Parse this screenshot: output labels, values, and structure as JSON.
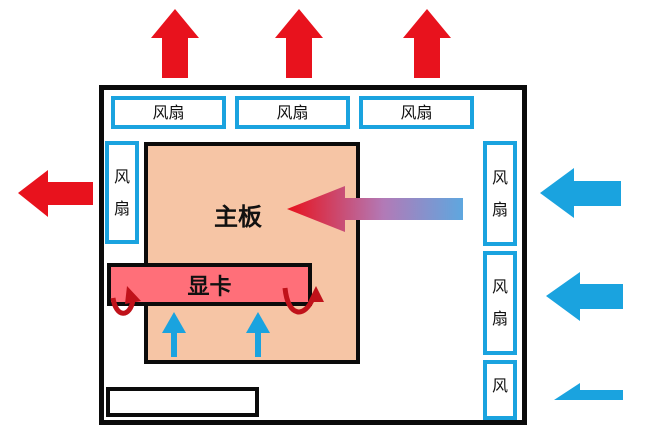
{
  "diagram": {
    "motherboard_label": "主板",
    "gpu_label": "显卡",
    "top_fans": [
      {
        "label": "风扇"
      },
      {
        "label": "风扇"
      },
      {
        "label": "风扇"
      }
    ],
    "left_fan": {
      "char1": "风",
      "char2": "扇"
    },
    "right_fans": [
      {
        "char1": "风",
        "char2": "扇"
      },
      {
        "char1": "风",
        "char2": "扇"
      },
      {
        "char1": "风",
        "char2": ""
      }
    ],
    "colors": {
      "exhaust_arrow": "#e8121d",
      "intake_arrow": "#1aa3df",
      "fan_border": "#1aa3df",
      "motherboard_fill": "#f6c5a5",
      "gpu_fill": "#ff6f79",
      "case_border": "#0b0b0b"
    },
    "icons": [
      "exhaust-arrow-up",
      "exhaust-arrow-left",
      "intake-arrow-left",
      "airflow-gradient-arrow",
      "curved-airflow-arrow",
      "upward-airflow-arrow"
    ]
  }
}
